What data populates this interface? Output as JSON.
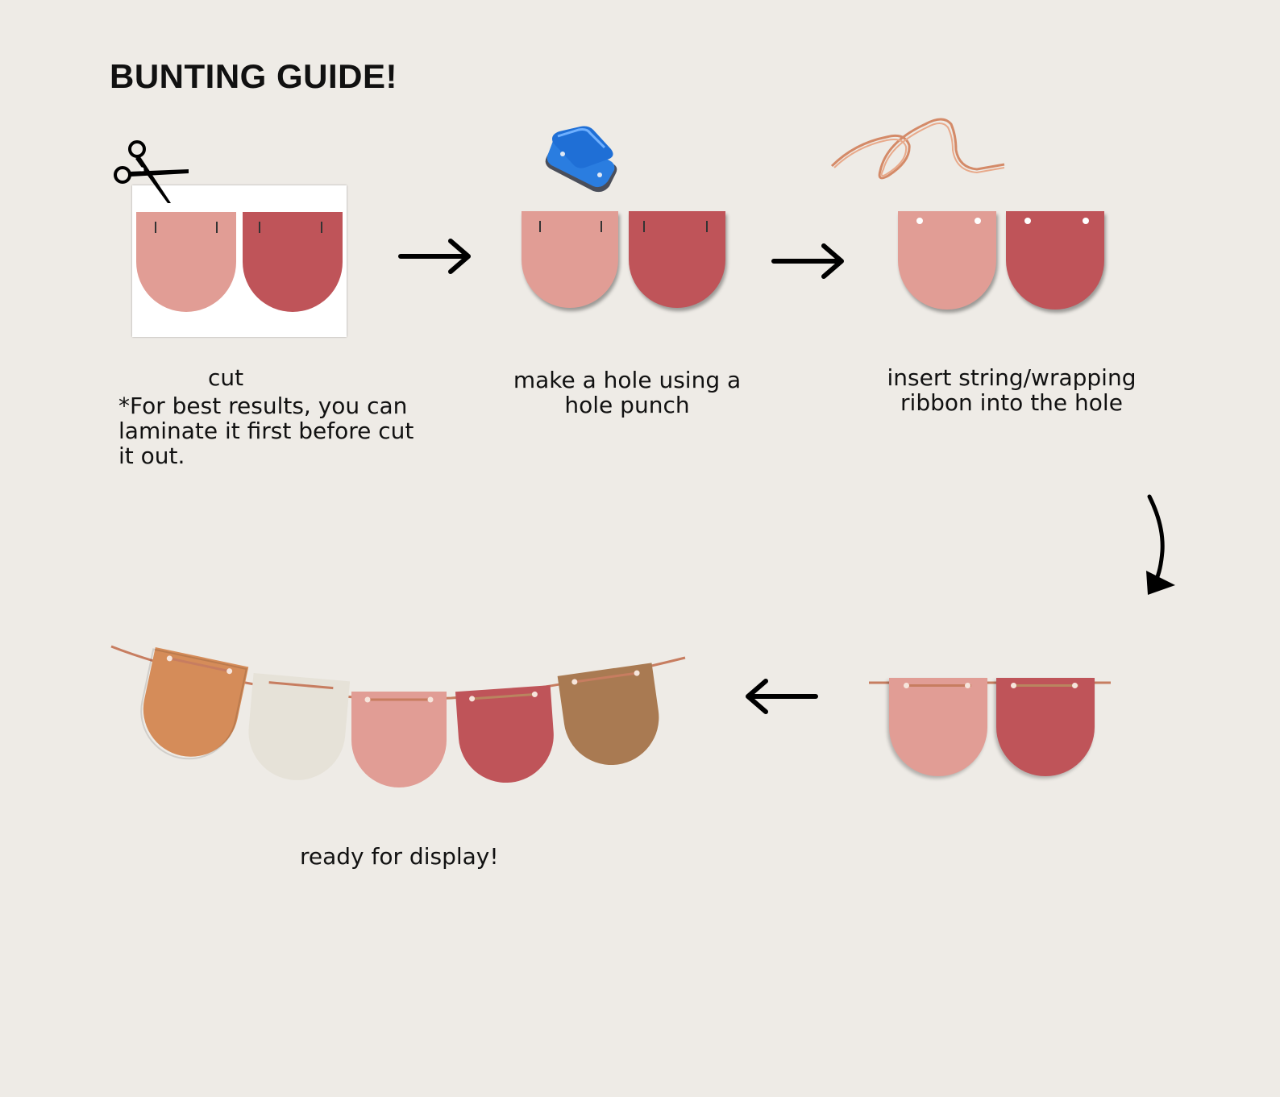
{
  "title": "BUNTING GUIDE!",
  "steps": {
    "cut": {
      "label": "cut",
      "note_line1": "*For best results, you can",
      "note_line2": "laminate it first before cut",
      "note_line3": "it out."
    },
    "hole": {
      "line1": "make a hole using a",
      "line2": "hole punch"
    },
    "string": {
      "line1": "insert string/wrapping",
      "line2": "ribbon into the hole"
    },
    "final": {
      "label": "ready for display!"
    }
  },
  "colors": {
    "background": "#eeebe6",
    "light_pink": "#e19d95",
    "dark_red": "#bf5459",
    "orange": "#d58c59",
    "cream": "#e6e2d8",
    "brown": "#a97a52",
    "string": "#c77d60",
    "punch_blue": "#1f6fd6"
  },
  "icons": [
    "scissors-icon",
    "hole-punch-icon",
    "ribbon-icon",
    "arrow-right-icon",
    "arrow-curve-down-icon",
    "arrow-left-icon"
  ]
}
